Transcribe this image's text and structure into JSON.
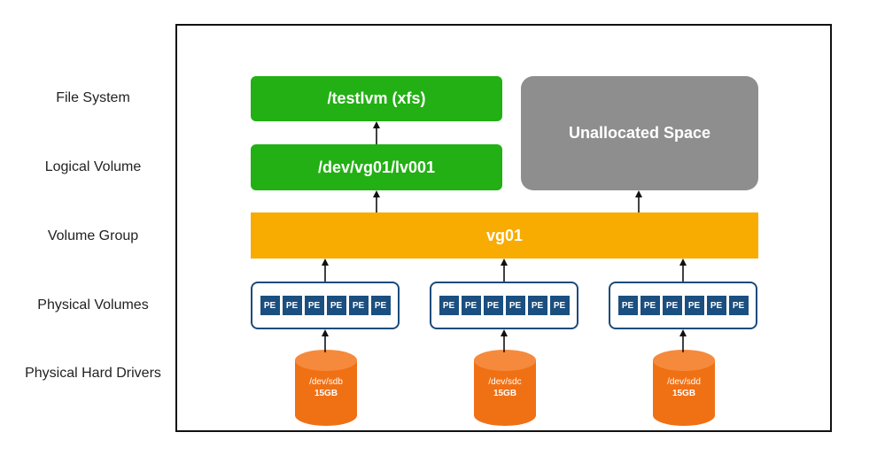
{
  "layers": {
    "file_system": "File System",
    "logical_volume": "Logical Volume",
    "volume_group": "Volume Group",
    "physical_volumes": "Physical Volumes",
    "physical_hard_drivers": "Physical Hard Drivers"
  },
  "filesystem": {
    "label": "/testlvm (xfs)"
  },
  "logical_volume": {
    "label": "/dev/vg01/lv001"
  },
  "unallocated": {
    "label": "Unallocated Space"
  },
  "volume_group": {
    "label": "vg01"
  },
  "physical_volumes": [
    {
      "extents": [
        "PE",
        "PE",
        "PE",
        "PE",
        "PE",
        "PE"
      ]
    },
    {
      "extents": [
        "PE",
        "PE",
        "PE",
        "PE",
        "PE",
        "PE"
      ]
    },
    {
      "extents": [
        "PE",
        "PE",
        "PE",
        "PE",
        "PE",
        "PE"
      ]
    }
  ],
  "disks": [
    {
      "device": "/dev/sdb",
      "size": "15GB"
    },
    {
      "device": "/dev/sdc",
      "size": "15GB"
    },
    {
      "device": "/dev/sdd",
      "size": "15GB"
    }
  ],
  "colors": {
    "lvm_green": "#22b014",
    "unallocated_gray": "#8e8e8e",
    "vg_orange": "#f8ab00",
    "pe_blue": "#1b4f80",
    "disk_orange": "#f07014"
  }
}
